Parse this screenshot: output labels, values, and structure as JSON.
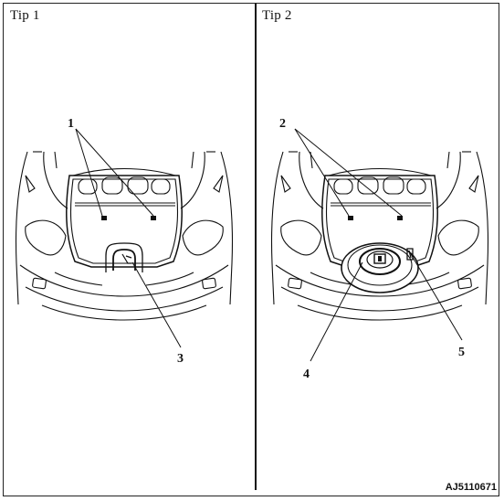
{
  "panels": [
    {
      "title": "Tip 1",
      "callouts": [
        "1",
        "3"
      ]
    },
    {
      "title": "Tip 2",
      "callouts": [
        "2",
        "4",
        "5"
      ]
    }
  ],
  "figure_code": "AJ5110671"
}
